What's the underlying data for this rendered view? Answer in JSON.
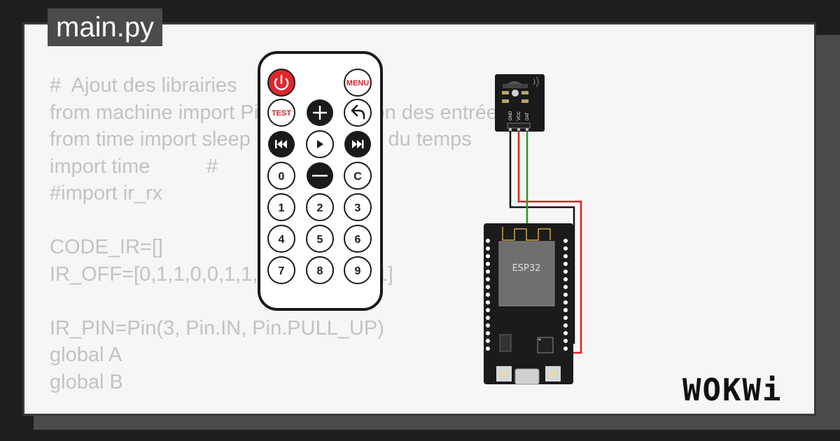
{
  "tab": {
    "title": "main.py"
  },
  "code_lines": [
    "#  Ajout des librairies",
    "from machine import Pin       # Gestion des entrées et",
    "from time import sleep        # Gestion du temps",
    "import time          #                 temps",
    "#import ir_rx",
    "",
    "CODE_IR=[]",
    "IR_OFF=[0,1,1,0,0,1,1,                     1]",
    "",
    "IR_PIN=Pin(3, Pin.IN, Pin.PULL_UP)",
    "global A",
    "global B"
  ],
  "remote": {
    "power_label": "",
    "menu_label": "MENU",
    "test_label": "TEST",
    "keys": [
      "0",
      "C",
      "1",
      "2",
      "3",
      "4",
      "5",
      "6",
      "7",
      "8",
      "9"
    ]
  },
  "ir_module": {
    "pin_labels": [
      "GND",
      "VCC",
      "DAT"
    ]
  },
  "esp32": {
    "chip_label": "ESP32"
  },
  "logo": {
    "text": "WOKWi"
  },
  "colors": {
    "wire_green": "#1f9e1f",
    "wire_red": "#e02020",
    "wire_black": "#111111",
    "power_red": "#e0262e",
    "menu_red": "#d4202a"
  }
}
